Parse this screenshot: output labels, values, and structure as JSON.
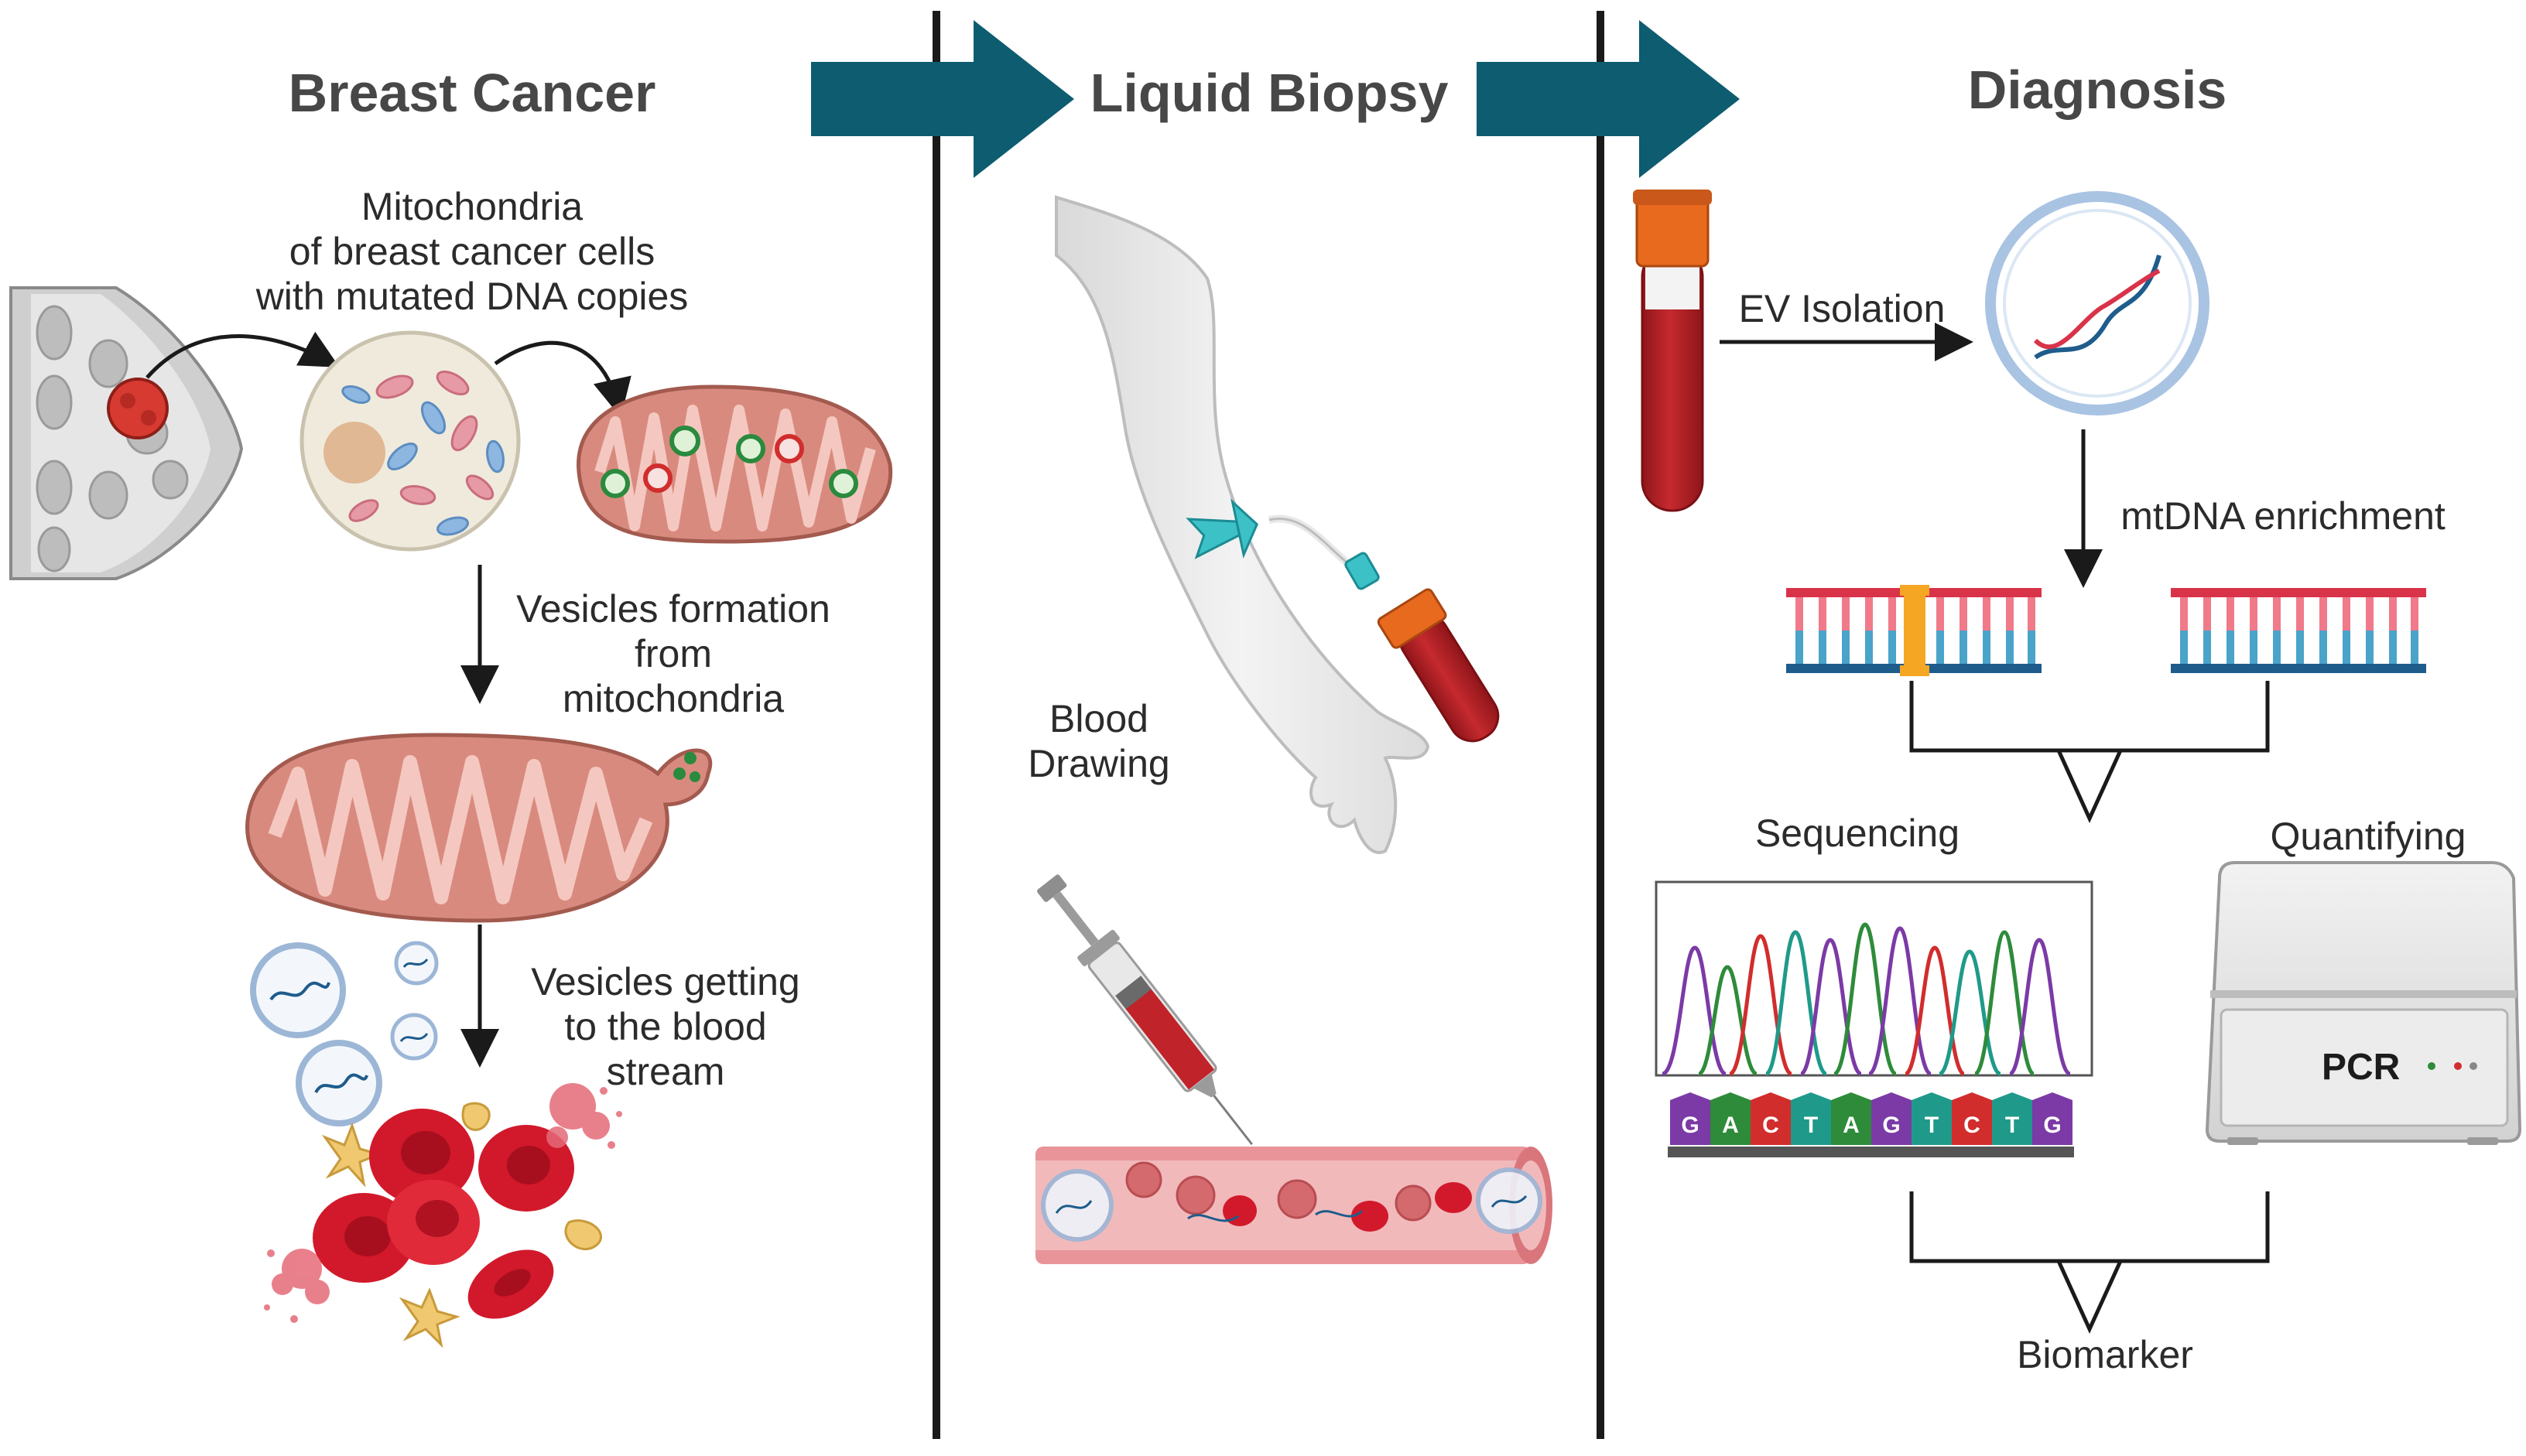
{
  "colors": {
    "arrow": "#0d5c70",
    "divider": "#1a1a1a",
    "mito_fill": "#d98a7e",
    "mito_inner": "#f4c8c0",
    "blood": "#b01e23",
    "cap": "#e86a1e",
    "dna_red": "#d9334a",
    "dna_blue": "#1e5c8c",
    "seq_purple": "#7b3aa6",
    "seq_green": "#2e8b3a",
    "seq_red": "#d12d2d",
    "seq_teal": "#1f9a8a"
  },
  "titles": {
    "breast_cancer": "Breast Cancer",
    "liquid_biopsy": "Liquid Biopsy",
    "diagnosis": "Diagnosis"
  },
  "labels": {
    "mito_cells": [
      "Mitochondria",
      "of breast cancer cells",
      "with mutated DNA copies"
    ],
    "vesicles_formation": [
      "Vesicles formation",
      "from",
      "mitochondria"
    ],
    "vesicles_blood": [
      "Vesicles getting",
      "to the blood",
      "stream"
    ],
    "blood_drawing": [
      "Blood",
      "Drawing"
    ],
    "ev_isolation": "EV Isolation",
    "mtdna_enrichment": "mtDNA enrichment",
    "sequencing": "Sequencing",
    "quantifying": "Quantifying",
    "biomarker": "Biomarker",
    "pcr": "PCR"
  },
  "sequence_bases": [
    "G",
    "A",
    "C",
    "T",
    "A",
    "G",
    "T",
    "C",
    "T",
    "G"
  ],
  "base_colors": {
    "G": "#7b3aa6",
    "A": "#2e8b3a",
    "C": "#d12d2d",
    "T": "#1f9a8a"
  },
  "icons": [
    "breast-tissue-icon",
    "cancer-cell-icon",
    "mitochondrion-icon",
    "vesicle-icon",
    "red-blood-cell-icon",
    "arm-blood-draw-icon",
    "syringe-icon",
    "blood-vessel-icon",
    "blood-tube-icon",
    "dna-vesicle-icon",
    "dna-ladder-icon",
    "chromatogram-icon",
    "pcr-machine-icon"
  ]
}
